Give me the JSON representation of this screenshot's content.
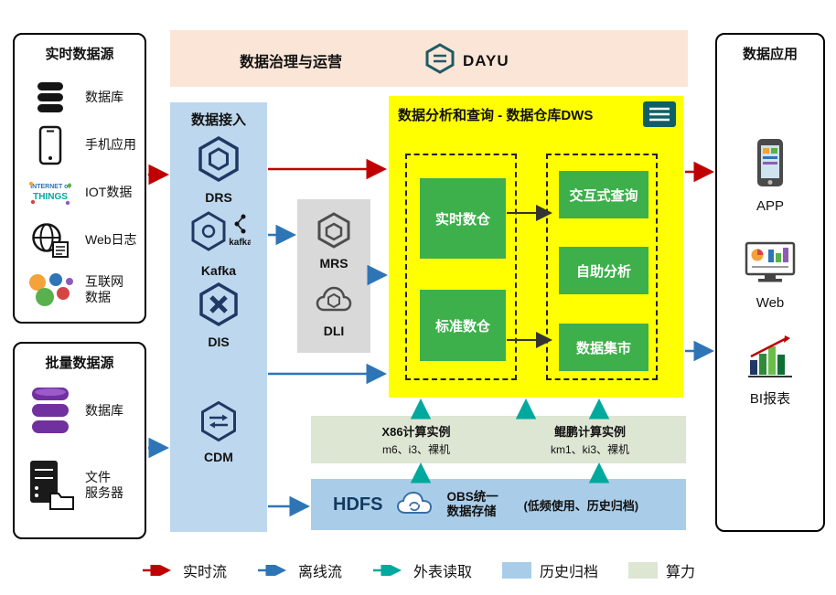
{
  "realtime_sources": {
    "title": "实时数据源",
    "items": [
      {
        "label": "数据库",
        "icon": "database-icon"
      },
      {
        "label": "手机应用",
        "icon": "mobile-app-icon"
      },
      {
        "label": "IOT数据",
        "icon": "iot-icon"
      },
      {
        "label": "Web日志",
        "icon": "web-log-icon"
      },
      {
        "label": "互联网\n数据",
        "icon": "internet-data-icon"
      }
    ]
  },
  "batch_sources": {
    "title": "批量数据源",
    "items": [
      {
        "label": "数据库",
        "icon": "database-purple-icon"
      },
      {
        "label": "文件\n服务器",
        "icon": "file-server-icon"
      }
    ]
  },
  "governance": {
    "title": "数据治理与运营",
    "product": "DAYU"
  },
  "ingestion": {
    "title": "数据接入",
    "items": [
      {
        "label": "DRS",
        "icon": "drs-icon"
      },
      {
        "label": "Kafka",
        "icon": "kafka-icon"
      },
      {
        "label": "DIS",
        "icon": "dis-icon"
      },
      {
        "label": "CDM",
        "icon": "cdm-icon"
      }
    ]
  },
  "processing": {
    "items": [
      {
        "label": "MRS",
        "icon": "mrs-icon"
      },
      {
        "label": "DLI",
        "icon": "dli-icon"
      }
    ]
  },
  "dws": {
    "title": "数据分析和查询 - 数据仓库DWS",
    "warehouses": [
      {
        "label": "实时数仓"
      },
      {
        "label": "标准数仓"
      }
    ],
    "services": [
      {
        "label": "交互式查询"
      },
      {
        "label": "自助分析"
      },
      {
        "label": "数据集市"
      }
    ]
  },
  "compute": {
    "x86": {
      "title": "X86计算实例",
      "sub": "m6、i3、裸机"
    },
    "kunpeng": {
      "title": "鲲鹏计算实例",
      "sub": "km1、ki3、裸机"
    }
  },
  "storage": {
    "hdfs": "HDFS",
    "obs": "OBS统一\n数据存储",
    "note": "(低频使用、历史归档)"
  },
  "applications": {
    "title": "数据应用",
    "items": [
      {
        "label": "APP",
        "icon": "app-phone-icon"
      },
      {
        "label": "Web",
        "icon": "web-browser-icon"
      },
      {
        "label": "BI报表",
        "icon": "bi-report-icon"
      }
    ]
  },
  "legend": {
    "items": [
      {
        "label": "实时流",
        "type": "arrow",
        "color": "#c00000"
      },
      {
        "label": "离线流",
        "type": "arrow",
        "color": "#2e75b6"
      },
      {
        "label": "外表读取",
        "type": "arrow",
        "color": "#00a99d"
      },
      {
        "label": "历史归档",
        "type": "swatch",
        "color": "#a9cde9"
      },
      {
        "label": "算力",
        "type": "swatch",
        "color": "#dde5d3"
      }
    ]
  },
  "icon_text": {
    "kafka": "kafka",
    "iot_line1": "INTERNET of",
    "iot_line2": "THINGS"
  },
  "colors": {
    "banner_peach": "#fbe5d6",
    "ingestion_blue": "#bdd7ee",
    "processing_gray": "#d9d9d9",
    "dws_yellow": "#ffff00",
    "warehouse_green": "#3db04b",
    "icon_navy": "#1f3864"
  }
}
